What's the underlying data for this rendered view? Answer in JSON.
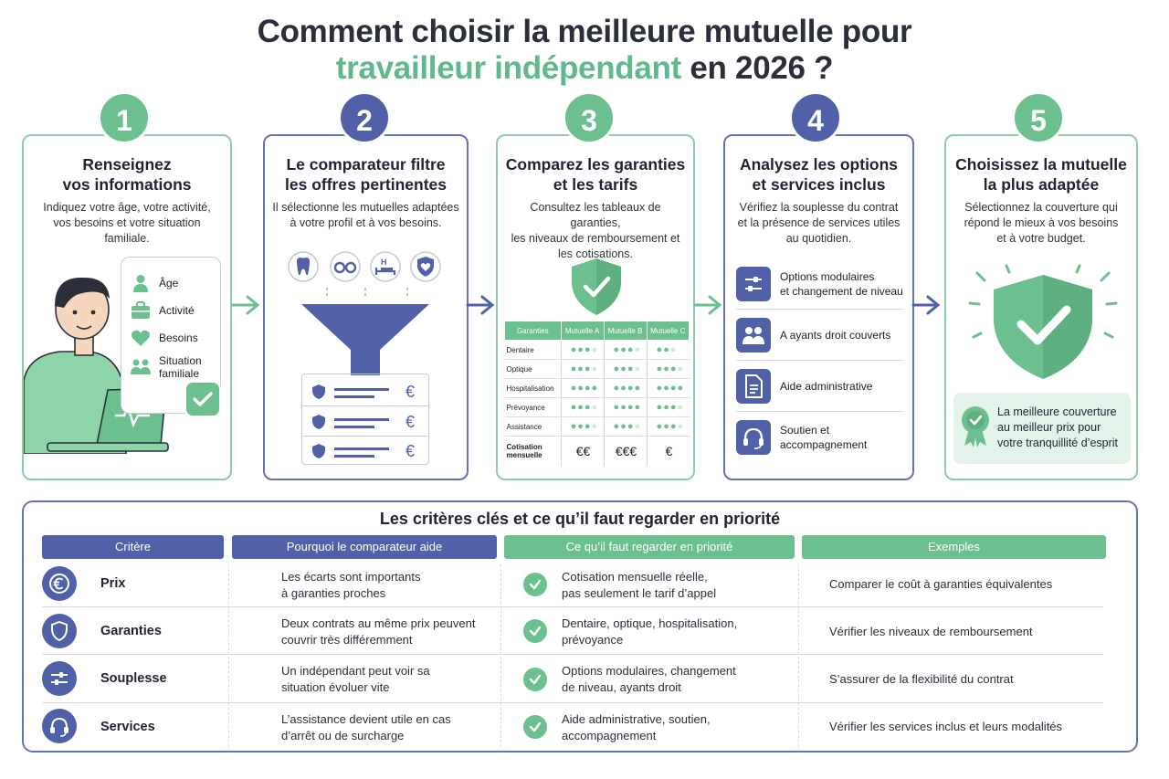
{
  "title": {
    "line1": "Comment choisir la meilleure mutuelle pour",
    "line2_highlight": "travailleur indépendant",
    "line2_rest": " en 2026 ?"
  },
  "colors": {
    "green": "#6cc08f",
    "blue": "#5161a8",
    "light_green": "#e4f3ea",
    "text": "#1f2430"
  },
  "steps": [
    {
      "number": "1",
      "title": "Renseignez\nvos informations",
      "desc": "Indiquez votre âge, votre activité,\nvos besoins et votre situation\nfamiliale."
    },
    {
      "number": "2",
      "title": "Le comparateur filtre\nles offres pertinentes",
      "desc": "Il sélectionne les mutuelles adaptées\nà votre profil et à vos besoins."
    },
    {
      "number": "3",
      "title": "Comparez les garanties\net les tarifs",
      "desc": "Consultez les tableaux de garanties,\nles niveaux de remboursement et\nles cotisations."
    },
    {
      "number": "4",
      "title": "Analysez les options\net services inclus",
      "desc": "Vérifiez la souplesse du contrat\net la présence de services utiles\nau quotidien."
    },
    {
      "number": "5",
      "title": "Choisissez la mutuelle\nla plus adaptée",
      "desc": "Sélectionnez la couverture qui\nrépond le mieux à vos besoins\net à votre budget."
    }
  ],
  "info_fields": [
    {
      "label": "Âge",
      "icon": "user-icon"
    },
    {
      "label": "Activité",
      "icon": "briefcase-icon"
    },
    {
      "label": "Besoins",
      "icon": "heart-icon"
    },
    {
      "label": "Situation\nfamiliale",
      "icon": "family-icon"
    }
  ],
  "filter_icons": [
    "tooth-icon",
    "glasses-icon",
    "hospital-bed-icon",
    "heart-shield-icon"
  ],
  "filter_results": [
    {
      "currency": "€"
    },
    {
      "currency": "€"
    },
    {
      "currency": "€"
    }
  ],
  "guarantee_table": {
    "headers": [
      "Garanties",
      "Mutuelle A",
      "Mutuelle B",
      "Mutuelle C"
    ],
    "rows": [
      {
        "label": "Dentaire",
        "levels": [
          3,
          3,
          2
        ]
      },
      {
        "label": "Optique",
        "levels": [
          3,
          3,
          3
        ]
      },
      {
        "label": "Hospitalisation",
        "levels": [
          4,
          4,
          4
        ]
      },
      {
        "label": "Prévoyance",
        "levels": [
          3,
          4,
          3
        ]
      },
      {
        "label": "Assistance",
        "levels": [
          3,
          3,
          3
        ]
      }
    ],
    "cost_label": "Cotisation\nmensuelle",
    "costs": [
      "€€",
      "€€€",
      "€"
    ]
  },
  "options": [
    {
      "label": "Options modulaires\net changement de niveau",
      "icon": "sliders-icon"
    },
    {
      "label": "A ayants droit couverts",
      "icon": "people-icon"
    },
    {
      "label": "Aide administrative",
      "icon": "document-icon"
    },
    {
      "label": "Soutien et\naccompagnement",
      "icon": "headset-icon"
    }
  ],
  "best_cover": "La meilleure couverture\nau meilleur prix pour\nvotre tranquillité d’esprit",
  "criteria": {
    "title": "Les critères clés et ce qu’il faut regarder en priorité",
    "headers": [
      "Critère",
      "Pourquoi le comparateur aide",
      "Ce qu’il faut regarder en priorité",
      "Exemples"
    ],
    "rows": [
      {
        "name": "Prix",
        "icon": "euro-icon",
        "why": "Les écarts sont importants\nà garanties proches",
        "priority": "Cotisation mensuelle réelle,\npas seulement le tarif d’appel",
        "example": "Comparer le coût à garanties équivalentes"
      },
      {
        "name": "Garanties",
        "icon": "shield-icon",
        "why": "Deux contrats au même prix peuvent\ncouvrir très différemment",
        "priority": "Dentaire, optique, hospitalisation,\nprévoyance",
        "example": "Vérifier les niveaux de remboursement"
      },
      {
        "name": "Souplesse",
        "icon": "sliders-icon",
        "why": "Un indépendant peut voir sa\nsituation évoluer vite",
        "priority": "Options modulaires, changement\nde niveau, ayants droit",
        "example": "S’assurer de la flexibilité du contrat"
      },
      {
        "name": "Services",
        "icon": "headset-icon",
        "why": "L’assistance devient utile en cas\nd’arrêt ou de surcharge",
        "priority": "Aide administrative, soutien,\naccompagnement",
        "example": "Vérifier les services inclus et leurs modalités"
      }
    ]
  }
}
